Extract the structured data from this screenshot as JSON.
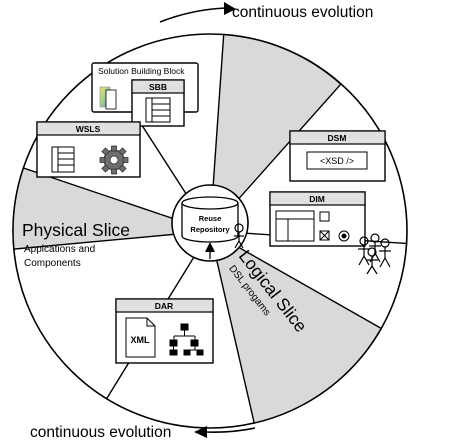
{
  "top_caption": "continuous evolution",
  "bottom_caption": "continuous evolution",
  "center": {
    "label_line1": "Reuse",
    "label_line2": "Repository"
  },
  "physical_slice": {
    "title": "Physical Slice",
    "subtitle_line1": "Applcations and",
    "subtitle_line2": "Components"
  },
  "logical_slice": {
    "title": "Logical Slice",
    "subtitle": "DSL progams"
  },
  "boxes": {
    "solution_building_block": "Solution Building Block",
    "sbb": "SBB",
    "wsls": "WSLS",
    "dsm": "DSM",
    "xsd": "<XSD />",
    "dim": "DIM",
    "dar": "DAR",
    "xml": "XML"
  },
  "colors": {
    "slice_fill": "#d9d9d9",
    "panel_fill": "#ffffff",
    "header_fill": "#e0e0e0",
    "stroke": "#000000",
    "gear": "#6e6e6e"
  }
}
